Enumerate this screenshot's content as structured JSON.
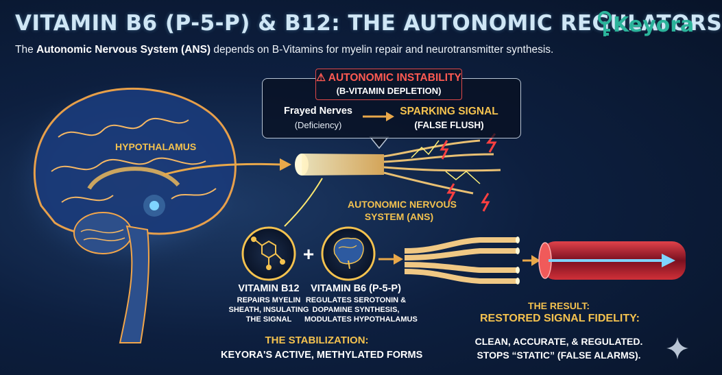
{
  "header": {
    "title": "VITAMIN B6 (P-5-P) & B12: THE AUTONOMIC REGULATORS",
    "subtitle_pre": "The ",
    "subtitle_bold": "Autonomic Nervous System (ANS)",
    "subtitle_post": " depends on B-Vitamins for myelin repair and neurotransmitter synthesis."
  },
  "brand": {
    "name": "Keyora",
    "color": "#2bb39a"
  },
  "callout": {
    "warning_title": "AUTONOMIC INSTABILITY",
    "warning_subtitle": "(B-VITAMIN DEPLETION)",
    "left_title": "Frayed Nerves",
    "left_sub": "(Deficiency)",
    "right_title": "SPARKING SIGNAL",
    "right_sub": "(FALSE FLUSH)"
  },
  "labels": {
    "hypothalamus": "HYPOTHALAMUS",
    "ans_line1": "AUTONOMIC NERVOUS",
    "ans_line2": "SYSTEM (ANS)"
  },
  "vitamins": {
    "b12_title": "VITAMIN B12",
    "b12_desc": [
      "REPAIRS MYELIN",
      "SHEATH, INSULATING",
      "THE SIGNAL"
    ],
    "b6_title": "VITAMIN B6 (P-5-P)",
    "b6_desc": [
      "REGULATES SEROTONIN &",
      "DOPAMINE SYNTHESIS,",
      "MODULATES HYPOTHALAMUS"
    ],
    "plus": "+"
  },
  "stabilization": {
    "title": "THE STABILIZATION:",
    "desc": "KEYORA'S ACTIVE, METHYLATED FORMS"
  },
  "result": {
    "line1": "THE RESULT:",
    "line2": "RESTORED SIGNAL FIDELITY:",
    "line3": "CLEAN, ACCURATE, & REGULATED.",
    "line4": "STOPS “STATIC” (FALSE ALARMS)."
  },
  "colors": {
    "accent_yellow": "#f4c24f",
    "warning_red": "#e04848",
    "title_blue": "#cfe6f5",
    "background": "#0d1f3f"
  }
}
